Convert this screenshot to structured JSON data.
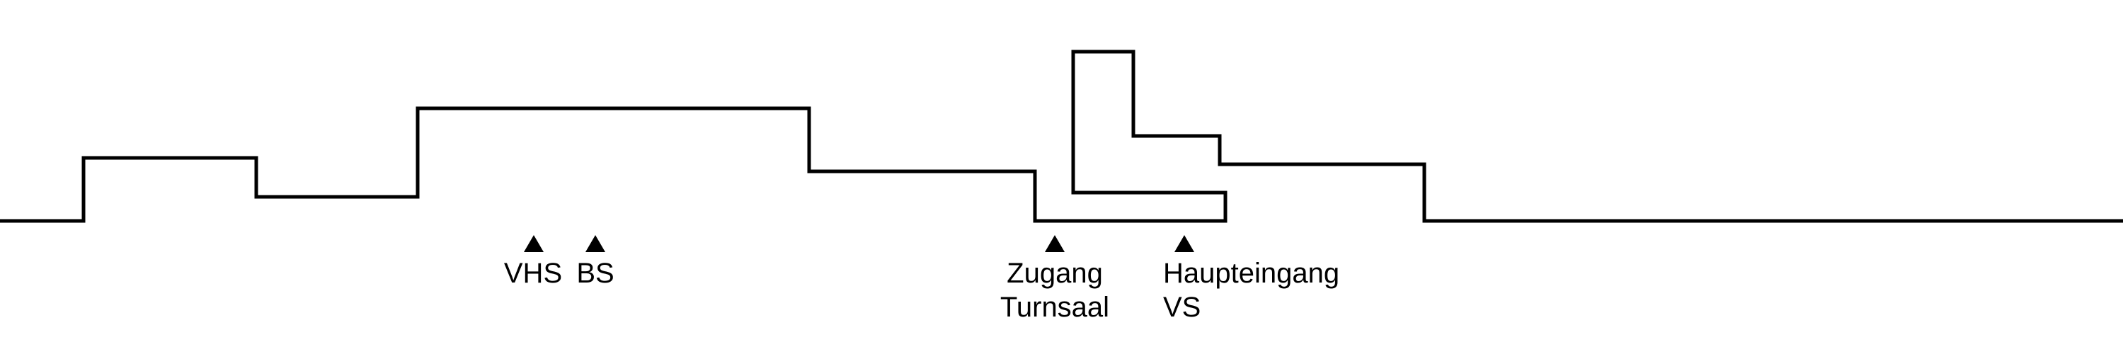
{
  "colors": {
    "line": "#000000",
    "background": "#ffffff",
    "marker": "#000000"
  },
  "entrances": [
    {
      "id": "vhs",
      "lines": [
        "VHS"
      ]
    },
    {
      "id": "bs",
      "lines": [
        "BS"
      ]
    },
    {
      "id": "zugang-turnsaal",
      "lines": [
        "Zugang",
        "Turnsaal"
      ]
    },
    {
      "id": "haupteingang-vs",
      "lines": [
        "Haupteingang",
        "VS"
      ]
    }
  ]
}
